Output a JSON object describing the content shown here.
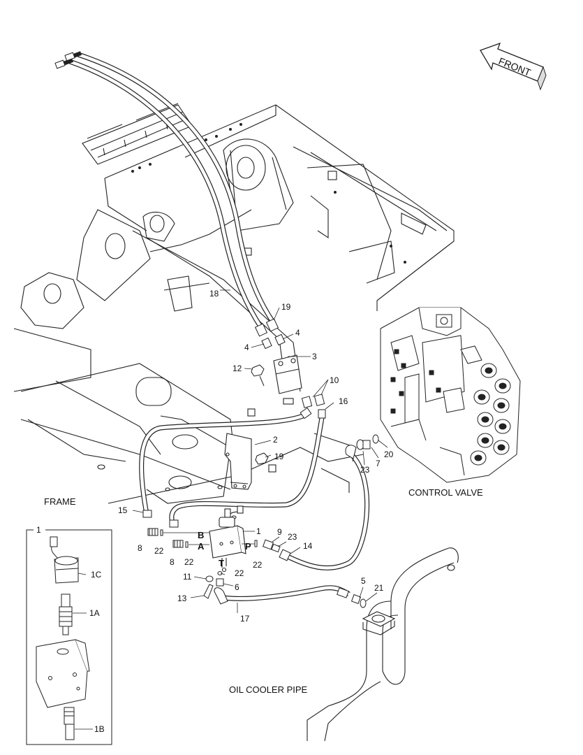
{
  "labels": {
    "front": "FRONT",
    "frame": "FRAME",
    "control_valve": "CONTROL VALVE",
    "oil_cooler_pipe": "OIL COOLER PIPE"
  },
  "ports": {
    "b": "B",
    "a": "A",
    "p": "P",
    "t": "T"
  },
  "callouts": {
    "c1": "1",
    "c1_inset": "1",
    "c1a": "1A",
    "c1b": "1B",
    "c1c": "1C",
    "c2": "2",
    "c3": "3",
    "c4a": "4",
    "c4b": "4",
    "c5": "5",
    "c6": "6",
    "c7": "7",
    "c8a": "8",
    "c8b": "8",
    "c9": "9",
    "c10": "10",
    "c11": "11",
    "c12": "12",
    "c13": "13",
    "c14": "14",
    "c15": "15",
    "c16": "16",
    "c17": "17",
    "c18": "18",
    "c19a": "19",
    "c19b": "19",
    "c20": "20",
    "c21": "21",
    "c22a": "22",
    "c22b": "22",
    "c22c": "22",
    "c22d": "22",
    "c23a": "23",
    "c23b": "23"
  }
}
